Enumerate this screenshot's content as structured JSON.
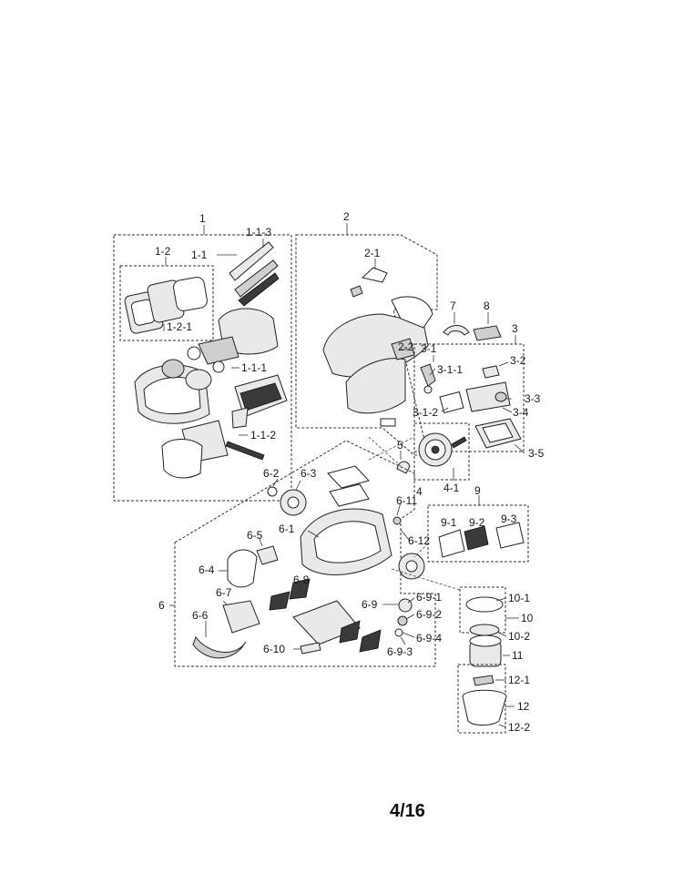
{
  "page_number": "4/16",
  "labels": {
    "l1": "1",
    "l1_1_3": "1-1-3",
    "l1_2": "1-2",
    "l1_1": "1-1",
    "l1_2_1": "1-2-1",
    "l1_1_1": "1-1-1",
    "l1_1_2": "1-1-2",
    "l2": "2",
    "l2_1": "2-1",
    "l2_2": "2-2",
    "l7": "7",
    "l8": "8",
    "l3": "3",
    "l3_1": "3-1",
    "l3_1_1": "3-1-1",
    "l3_2": "3-2",
    "l3_3": "3-3",
    "l3_1_2": "3-1-2",
    "l3_4": "3-4",
    "l3_5": "3-5",
    "l5": "5",
    "l4": "4",
    "l4_1": "4-1",
    "l6_2": "6-2",
    "l6_3": "6-3",
    "l6_11": "6-11",
    "l6_1": "6-1",
    "l6_12": "6-12",
    "l6_5": "6-5",
    "l6_4": "6-4",
    "l6": "6",
    "l6_8": "6-8",
    "l6_7": "6-7",
    "l6_6": "6-6",
    "l6_9": "6-9",
    "l6_9_1": "6-9-1",
    "l6_9_2": "6-9-2",
    "l6_9_4": "6-9-4",
    "l6_9_3": "6-9-3",
    "l6_10": "6-10",
    "l9": "9",
    "l9_1": "9-1",
    "l9_2": "9-2",
    "l9_3": "9-3",
    "l10_1": "10-1",
    "l10": "10",
    "l10_2": "10-2",
    "l11": "11",
    "l12_1": "12-1",
    "l12": "12",
    "l12_2": "12-2"
  }
}
